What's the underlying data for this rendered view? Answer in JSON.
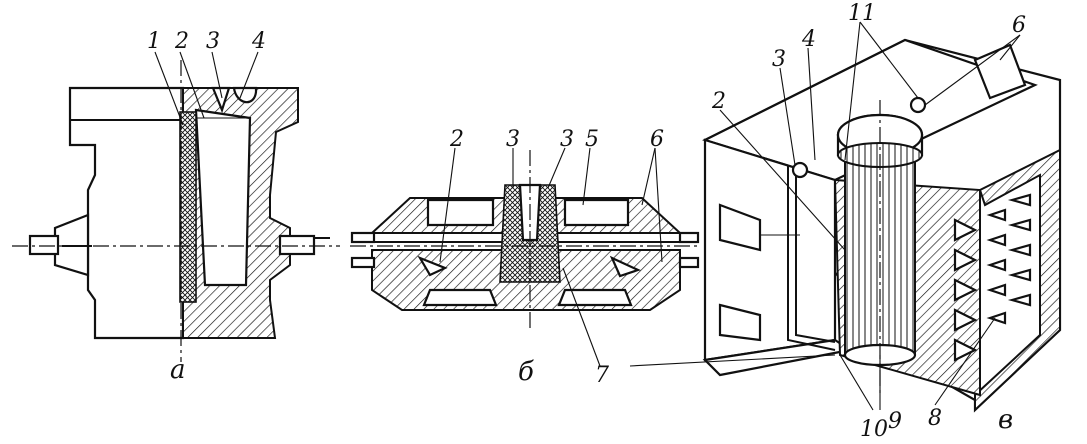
{
  "figure": {
    "panels": [
      {
        "id": "a",
        "caption": "а",
        "callouts": [
          "1",
          "2",
          "3",
          "4"
        ]
      },
      {
        "id": "b",
        "caption": "б",
        "callouts": [
          "2",
          "3",
          "3",
          "5",
          "6",
          "7"
        ]
      },
      {
        "id": "c",
        "caption": "в",
        "callouts": [
          "2",
          "3",
          "4",
          "11",
          "6",
          "8",
          "9",
          "10"
        ]
      }
    ]
  }
}
